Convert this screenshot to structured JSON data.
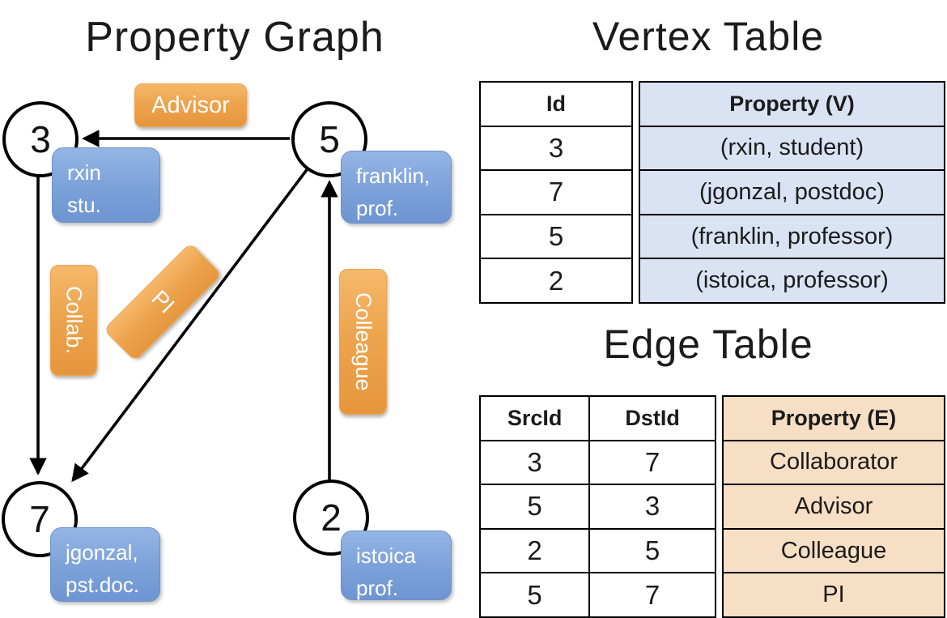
{
  "graph": {
    "title": "Property Graph",
    "vertices": [
      {
        "id": "3",
        "label_lines": [
          "rxin",
          "stu."
        ]
      },
      {
        "id": "5",
        "label_lines": [
          "franklin,",
          "prof."
        ]
      },
      {
        "id": "7",
        "label_lines": [
          "jgonzal,",
          "pst.doc."
        ]
      },
      {
        "id": "2",
        "label_lines": [
          "istoica",
          "prof."
        ]
      }
    ],
    "edge_labels": {
      "advisor": "Advisor",
      "collab": "Collab.",
      "pi": "PI",
      "colleague": "Colleague"
    },
    "edges": [
      {
        "from": "5",
        "to": "3",
        "label": "Advisor"
      },
      {
        "from": "3",
        "to": "7",
        "label": "Collab."
      },
      {
        "from": "5",
        "to": "7",
        "label": "PI"
      },
      {
        "from": "2",
        "to": "5",
        "label": "Colleague"
      }
    ]
  },
  "vertex_table": {
    "title": "Vertex Table",
    "columns": [
      "Id",
      "Property (V)"
    ],
    "rows": [
      [
        "3",
        "(rxin, student)"
      ],
      [
        "7",
        "(jgonzal, postdoc)"
      ],
      [
        "5",
        "(franklin, professor)"
      ],
      [
        "2",
        "(istoica, professor)"
      ]
    ]
  },
  "edge_table": {
    "title": "Edge Table",
    "columns": [
      "SrcId",
      "DstId",
      "Property (E)"
    ],
    "rows": [
      [
        "3",
        "7",
        "Collaborator"
      ],
      [
        "5",
        "3",
        "Advisor"
      ],
      [
        "2",
        "5",
        "Colleague"
      ],
      [
        "5",
        "7",
        "PI"
      ]
    ]
  },
  "colors": {
    "edge_label_orange": "#eda44e",
    "vertex_prop_blue": "#7ba1d9",
    "vertex_table_fill": "#dae3f3",
    "edge_table_fill": "#f7dfc5",
    "line_black": "#000000"
  }
}
